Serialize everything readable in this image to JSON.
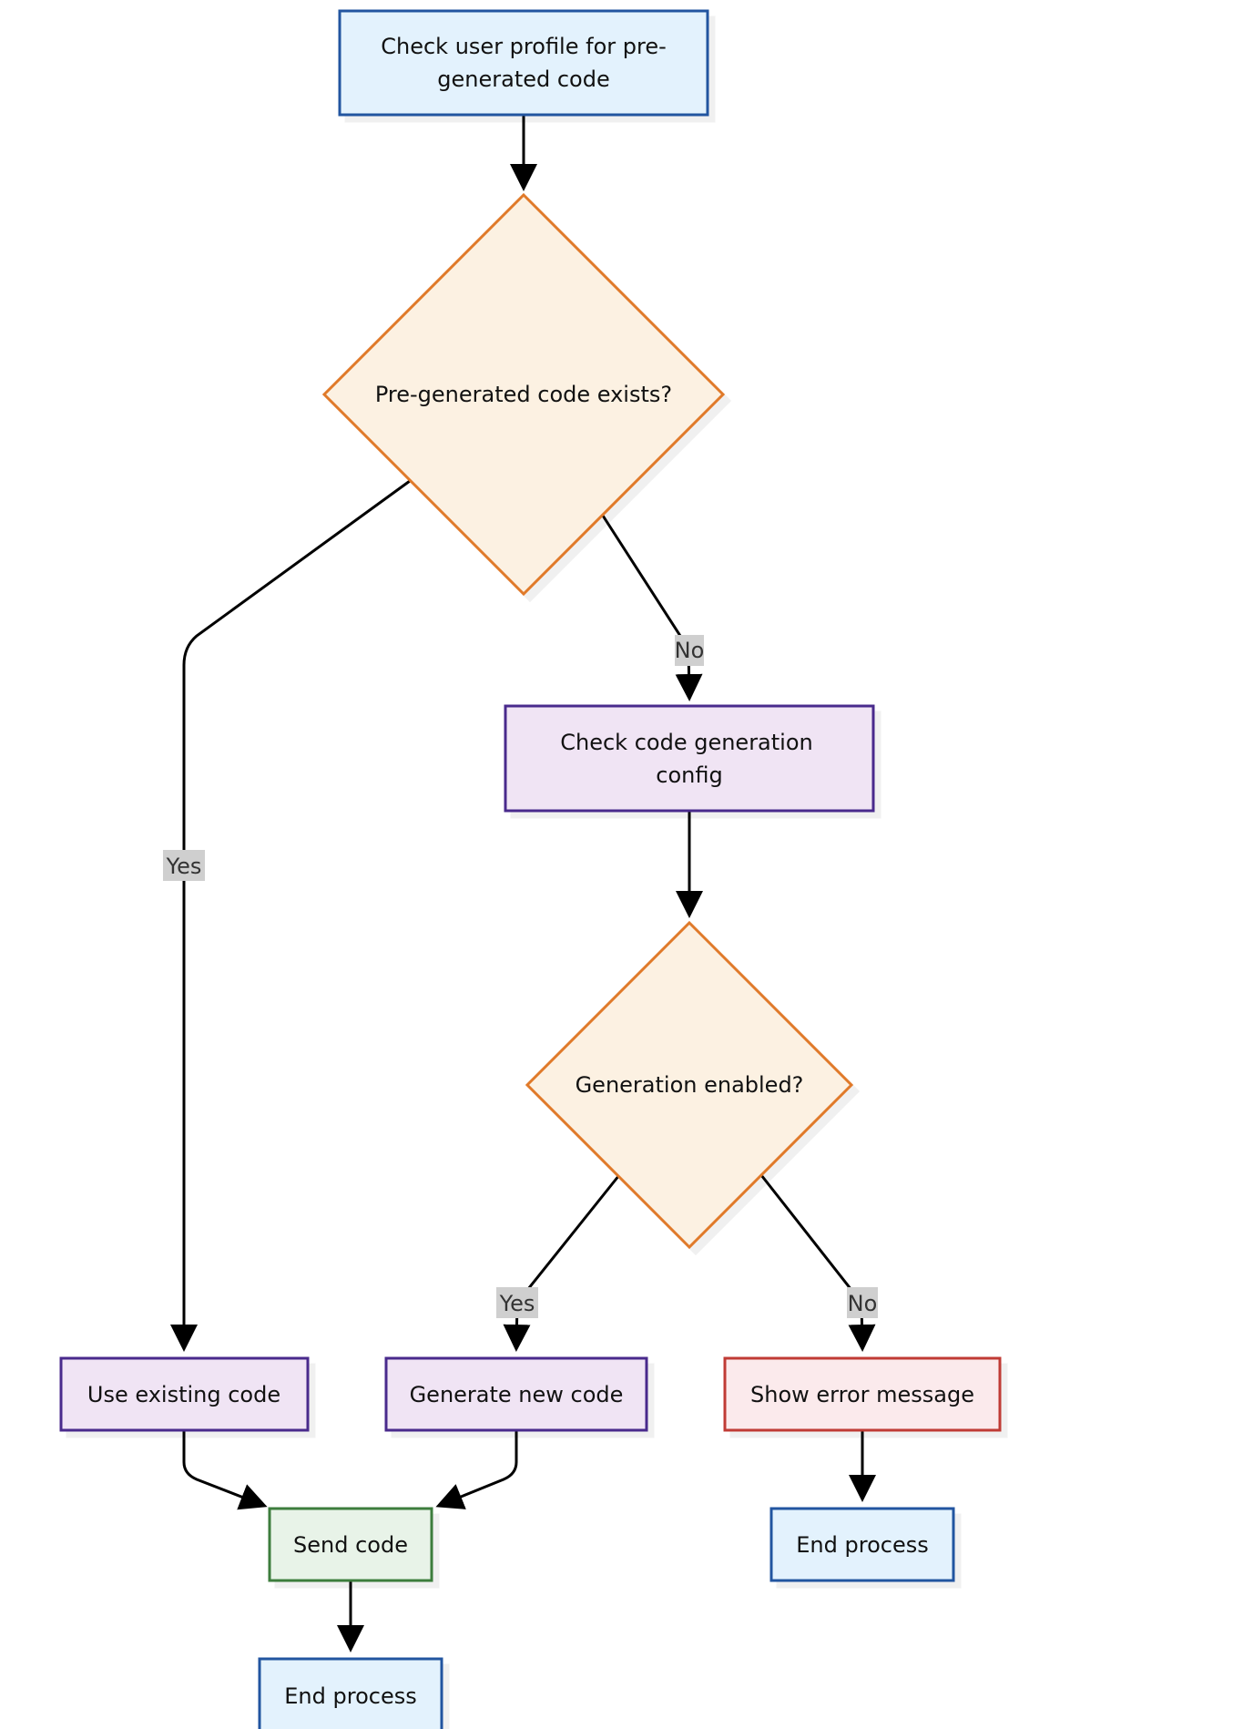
{
  "colors": {
    "blue_fill": "#e3f2fd",
    "blue_stroke": "#2255a0",
    "orange_fill": "#fcf1e2",
    "orange_stroke": "#e07a2c",
    "purple_fill": "#f0e4f4",
    "purple_stroke": "#4a2a8c",
    "red_fill": "#fbeaec",
    "red_stroke": "#c03a35",
    "green_fill": "#e8f3e8",
    "green_stroke": "#3e7d3e",
    "label_bg": "#cfcfcf"
  },
  "nodes": {
    "check_profile": {
      "line1": "Check user profile for pre-",
      "line2": "generated code"
    },
    "pregen_exists": {
      "label": "Pre-generated code exists?"
    },
    "check_config": {
      "line1": "Check code generation",
      "line2": "config"
    },
    "gen_enabled": {
      "label": "Generation enabled?"
    },
    "use_existing": {
      "label": "Use existing code"
    },
    "generate_new": {
      "label": "Generate new code"
    },
    "show_error": {
      "label": "Show error message"
    },
    "send_code": {
      "label": "Send code"
    },
    "end_process_1": {
      "label": "End process"
    },
    "end_process_2": {
      "label": "End process"
    }
  },
  "edges": {
    "pregen_yes": "Yes",
    "pregen_no": "No",
    "gen_yes": "Yes",
    "gen_no": "No"
  }
}
